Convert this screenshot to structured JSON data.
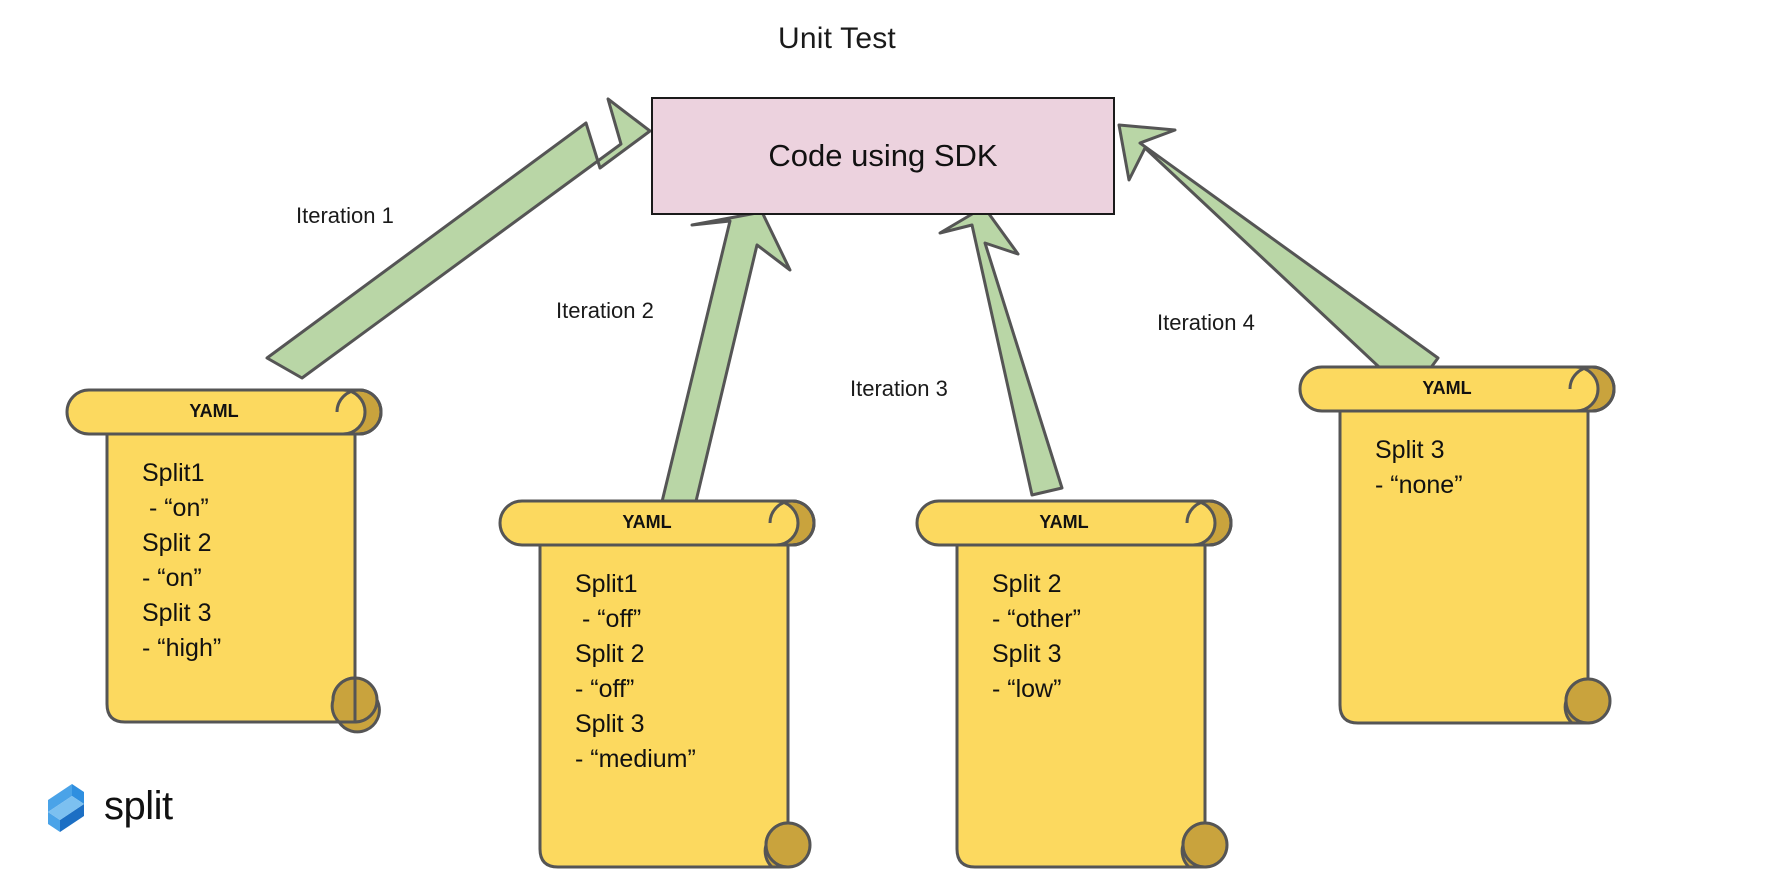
{
  "diagram": {
    "title": "Unit Test",
    "center_node": {
      "label": "Code using SDK",
      "fill": "#ecd2de",
      "stroke": "#1a1a1a"
    },
    "arrow_color": "#b9d6a6",
    "arrow_stroke": "#555555",
    "edges": [
      {
        "label": "Iteration 1"
      },
      {
        "label": "Iteration 2"
      },
      {
        "label": "Iteration 3"
      },
      {
        "label": "Iteration 4"
      }
    ],
    "documents": [
      {
        "header": "YAML",
        "lines": "Split1\n - “on”\nSplit 2\n- “on”\nSplit 3\n- “high”",
        "fill": "#fcd95f",
        "curl_fill": "#c9a33d",
        "stroke": "#555555"
      },
      {
        "header": "YAML",
        "lines": "Split1\n - “off”\nSplit 2\n- “off”\nSplit 3\n- “medium”",
        "fill": "#fcd95f",
        "curl_fill": "#c9a33d",
        "stroke": "#555555"
      },
      {
        "header": "YAML",
        "lines": "Split 2\n- “other”\nSplit 3\n- “low”",
        "fill": "#fcd95f",
        "curl_fill": "#c9a33d",
        "stroke": "#555555"
      },
      {
        "header": "YAML",
        "lines": "Split 3\n- “none”",
        "fill": "#fcd95f",
        "curl_fill": "#c9a33d",
        "stroke": "#555555"
      }
    ]
  },
  "branding": {
    "logo_text": "split",
    "logo_color_light": "#4aa3e8",
    "logo_color_mid": "#2f8fe0",
    "logo_color_dark": "#1c6fc4"
  }
}
